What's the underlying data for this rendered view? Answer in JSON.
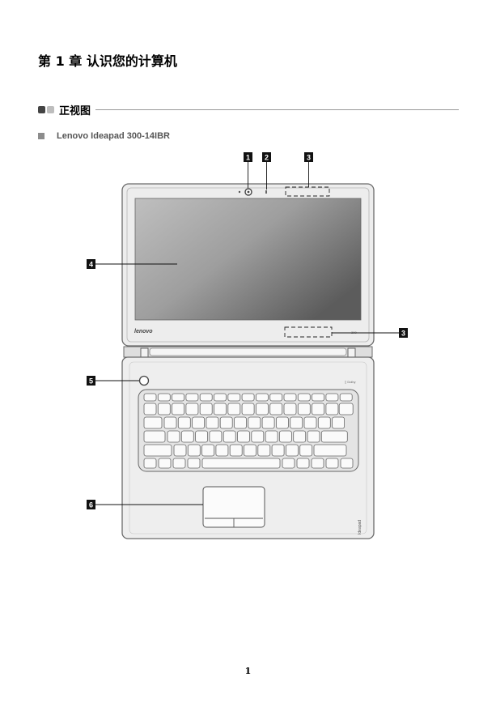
{
  "chapter": {
    "title": "第 1 章 认识您的计算机"
  },
  "section": {
    "title": "正视图",
    "bullet_colors": [
      "#444444",
      "#bdbdbd"
    ]
  },
  "model": {
    "name": "Lenovo Ideapad 300-14IBR"
  },
  "figure": {
    "brand_logo": "lenovo",
    "brand_side_text": "Ideapad",
    "model_badge": "300",
    "keyboard_badge": "▯ Dolby",
    "callouts": [
      {
        "id": "callout-1",
        "label": "1"
      },
      {
        "id": "callout-2",
        "label": "2"
      },
      {
        "id": "callout-3-top",
        "label": "3"
      },
      {
        "id": "callout-3-bottom",
        "label": "3"
      },
      {
        "id": "callout-4",
        "label": "4"
      },
      {
        "id": "callout-5",
        "label": "5"
      },
      {
        "id": "callout-6",
        "label": "6"
      }
    ]
  },
  "footer": {
    "page_number": "1"
  }
}
